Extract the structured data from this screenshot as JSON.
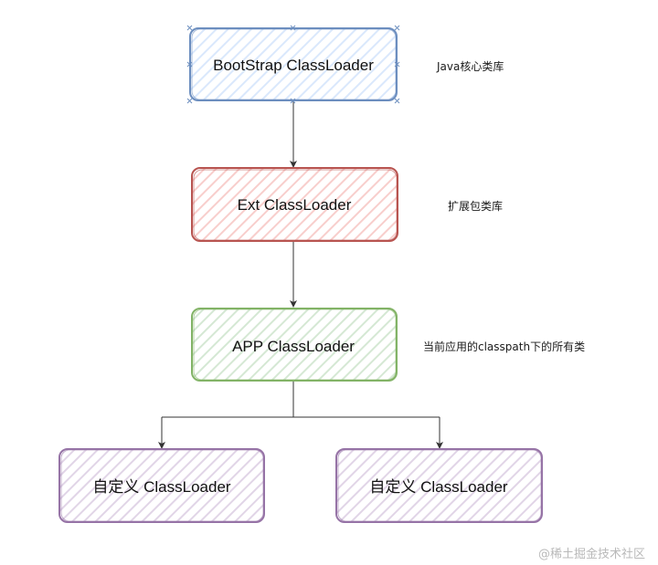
{
  "nodes": {
    "bootstrap": {
      "label": "BootStrap ClassLoader",
      "border": "#6c8ebf",
      "hatch": "#dae8fc"
    },
    "ext": {
      "label": "Ext ClassLoader",
      "border": "#b85450",
      "hatch": "#f8cecc"
    },
    "app": {
      "label": "APP ClassLoader",
      "border": "#82b366",
      "hatch": "#d5e8d4"
    },
    "custom_left": {
      "label": "自定义 ClassLoader",
      "border": "#9673a6",
      "hatch": "#e1d5e7"
    },
    "custom_right": {
      "label": "自定义 ClassLoader",
      "border": "#9673a6",
      "hatch": "#e1d5e7"
    }
  },
  "notes": {
    "bootstrap": "Java核心类库",
    "ext": "扩展包类库",
    "app": "当前应用的classpath下的所有类"
  },
  "watermark": "@稀土掘金技术社区"
}
